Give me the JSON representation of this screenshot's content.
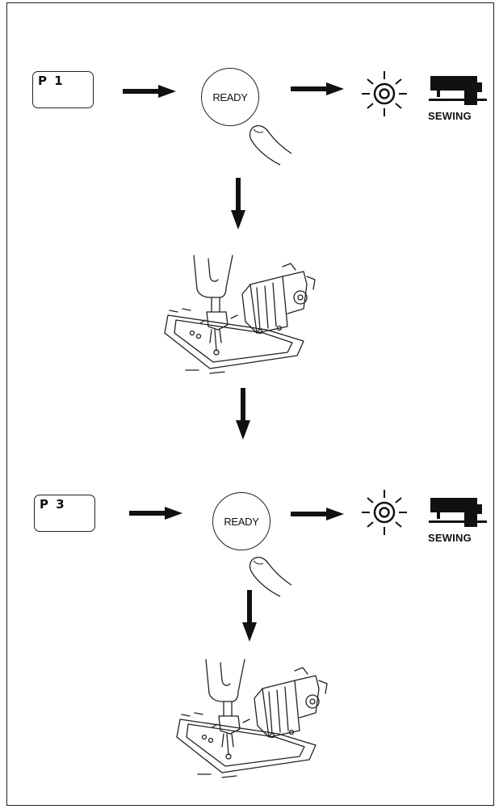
{
  "step1": {
    "program_label": "P 1",
    "ready_label": "READY",
    "sewing_label": "SEWING"
  },
  "step2": {
    "program_label": "P 3",
    "ready_label": "READY",
    "sewing_label": "SEWING"
  },
  "icons": [
    "arrow-right-icon",
    "arrow-down-icon",
    "lamp-on-icon",
    "sewing-machine-icon",
    "finger-press-icon",
    "sewing-head-clamp-illustration"
  ],
  "colors": {
    "ink": "#111111",
    "background": "#ffffff"
  }
}
